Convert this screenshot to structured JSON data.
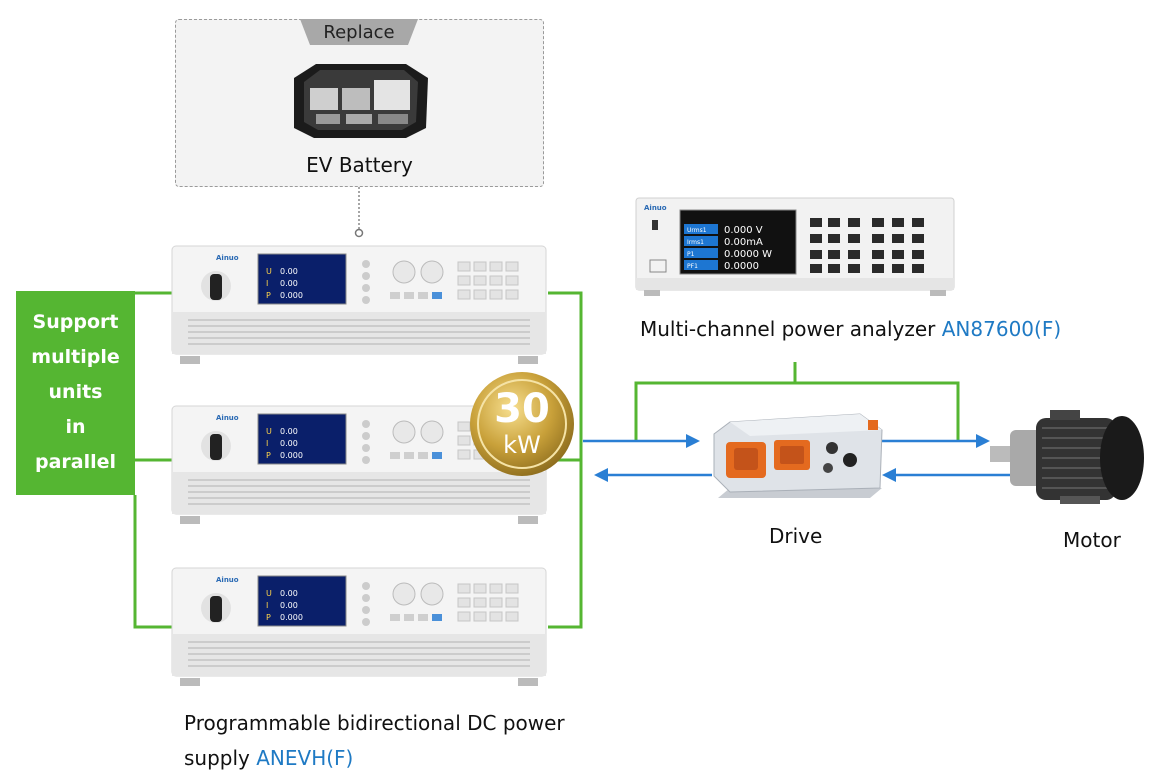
{
  "battery": {
    "tab": "Replace",
    "label": "EV Battery"
  },
  "support": {
    "lines": [
      "Support",
      "multiple",
      "units",
      "in",
      "parallel"
    ]
  },
  "badge": {
    "value": "30",
    "unit": "kW"
  },
  "supplies": {
    "brand": "Ainuo",
    "screen": [
      {
        "key": "U",
        "val": "0.00"
      },
      {
        "key": "I",
        "val": "0.00"
      },
      {
        "key": "P",
        "val": "0.000"
      }
    ],
    "caption_line1": "Programmable bidirectional DC power",
    "caption_line2_prefix": "supply ",
    "caption_model": "ANEVH(F)"
  },
  "analyzer": {
    "brand": "Ainuo",
    "readings": [
      {
        "key": "Urms1",
        "val": "0.000 V"
      },
      {
        "key": "Irms1",
        "val": "0.00mA"
      },
      {
        "key": "P1",
        "val": "0.0000 W"
      },
      {
        "key": "PF1",
        "val": "0.0000"
      }
    ],
    "caption_prefix": "Multi-channel power analyzer ",
    "caption_model": "AN87600(F)"
  },
  "drive": {
    "label": "Drive"
  },
  "motor": {
    "label": "Motor"
  },
  "colors": {
    "green": "#55b632",
    "blue": "#2a7fd4",
    "model_blue": "#1f7ac4",
    "gold": "#c9a13a"
  }
}
